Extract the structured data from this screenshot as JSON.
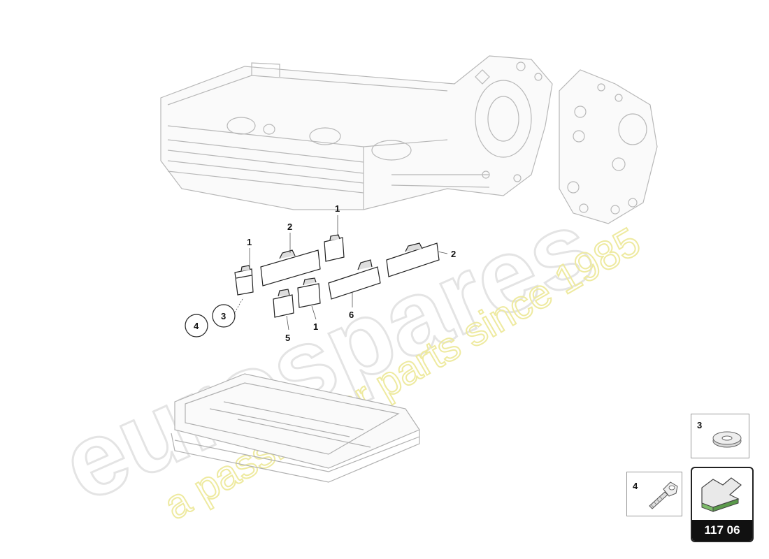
{
  "callouts": {
    "c1a": "1",
    "c2a": "2",
    "c1b": "1",
    "c2b": "2",
    "c1c": "1",
    "c5": "5",
    "c6": "6",
    "c3": "3",
    "c4": "4"
  },
  "legend": {
    "item3": {
      "number": "3",
      "icon": "washer-icon"
    },
    "item4": {
      "number": "4",
      "icon": "bolt-icon"
    }
  },
  "reference": {
    "label": "117 06",
    "icon": "arrow-reference-icon"
  },
  "watermark": {
    "brand": "eurospares",
    "tagline": "a passion for parts since 1985",
    "colors": {
      "brand": "#e6e6e6",
      "tagline": "#f3f0a8"
    }
  }
}
